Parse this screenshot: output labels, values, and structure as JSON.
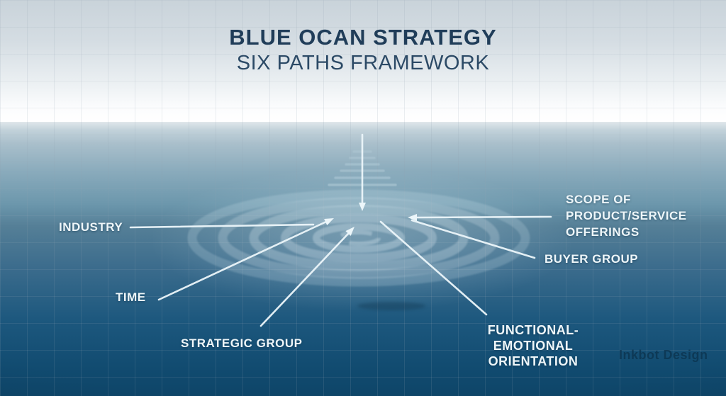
{
  "header": {
    "title": "BLUE OCAN STRATEGY",
    "subtitle": "SIX PATHS FRAMEWORK"
  },
  "paths": {
    "industry": "INDUSTRY",
    "time": "TIME",
    "strategic_group": "STRATEGIC GROUP",
    "functional_emotional": {
      "line1": "FUNCTIONAL-EMOTIONAL",
      "line2": "ORIENTATION"
    },
    "buyer_group": "BUYER GROUP",
    "scope": {
      "line1": "SCOPE OF",
      "line2": "PRODUCT/SERVICE",
      "line3": "OFFERINGS"
    }
  },
  "watermark": "Inkbot Design",
  "colors": {
    "title_text": "#203d59",
    "label_text": "#eef6f9",
    "line": "#ecf6fa",
    "sky_top": "#c9d3da",
    "water_mid": "#557f97",
    "water_deep": "#0e4568",
    "ripple": "#e6f2f7"
  }
}
